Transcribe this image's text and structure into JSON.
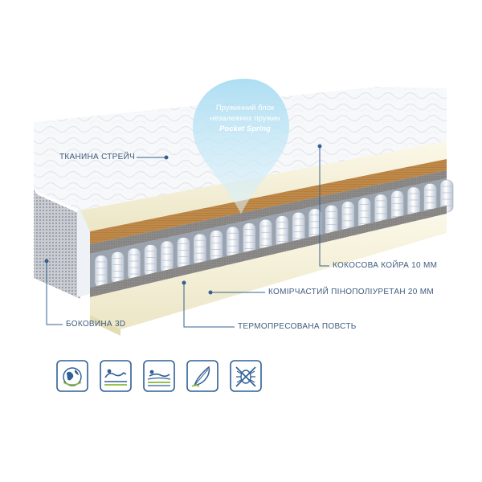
{
  "bubble": {
    "line1": "Пружинний блок",
    "line2": "незалежних пружин",
    "line3": "Pocket Spring"
  },
  "labels": {
    "fabric": "ТКАНИНА СТРЕЙЧ",
    "side": "БОКОВИНА 3D",
    "coconut": "КОКОСОВА КОЙРА 10 ММ",
    "foam": "КОМІРЧАСТИЙ ПІНОПОЛІУРЕТАН 20 ММ",
    "felt": "ТЕРМОПРЕСОВАНА ПОВСТЬ"
  },
  "icons": [
    "globe-icon",
    "orthopedic-wave-icon",
    "body-support-icon",
    "hypoallergenic-feather-icon",
    "no-allergen-icon"
  ],
  "colors": {
    "label_text": "#3e5b7e",
    "leader_line": "#35608f",
    "bubble": "#bfe6f6",
    "coconut": "#c08a4a",
    "foam_cream": "#f3efd8",
    "felt_gray": "#8e8c8a",
    "icon_border": "#2f5f95",
    "icon_green": "#8ab833"
  }
}
